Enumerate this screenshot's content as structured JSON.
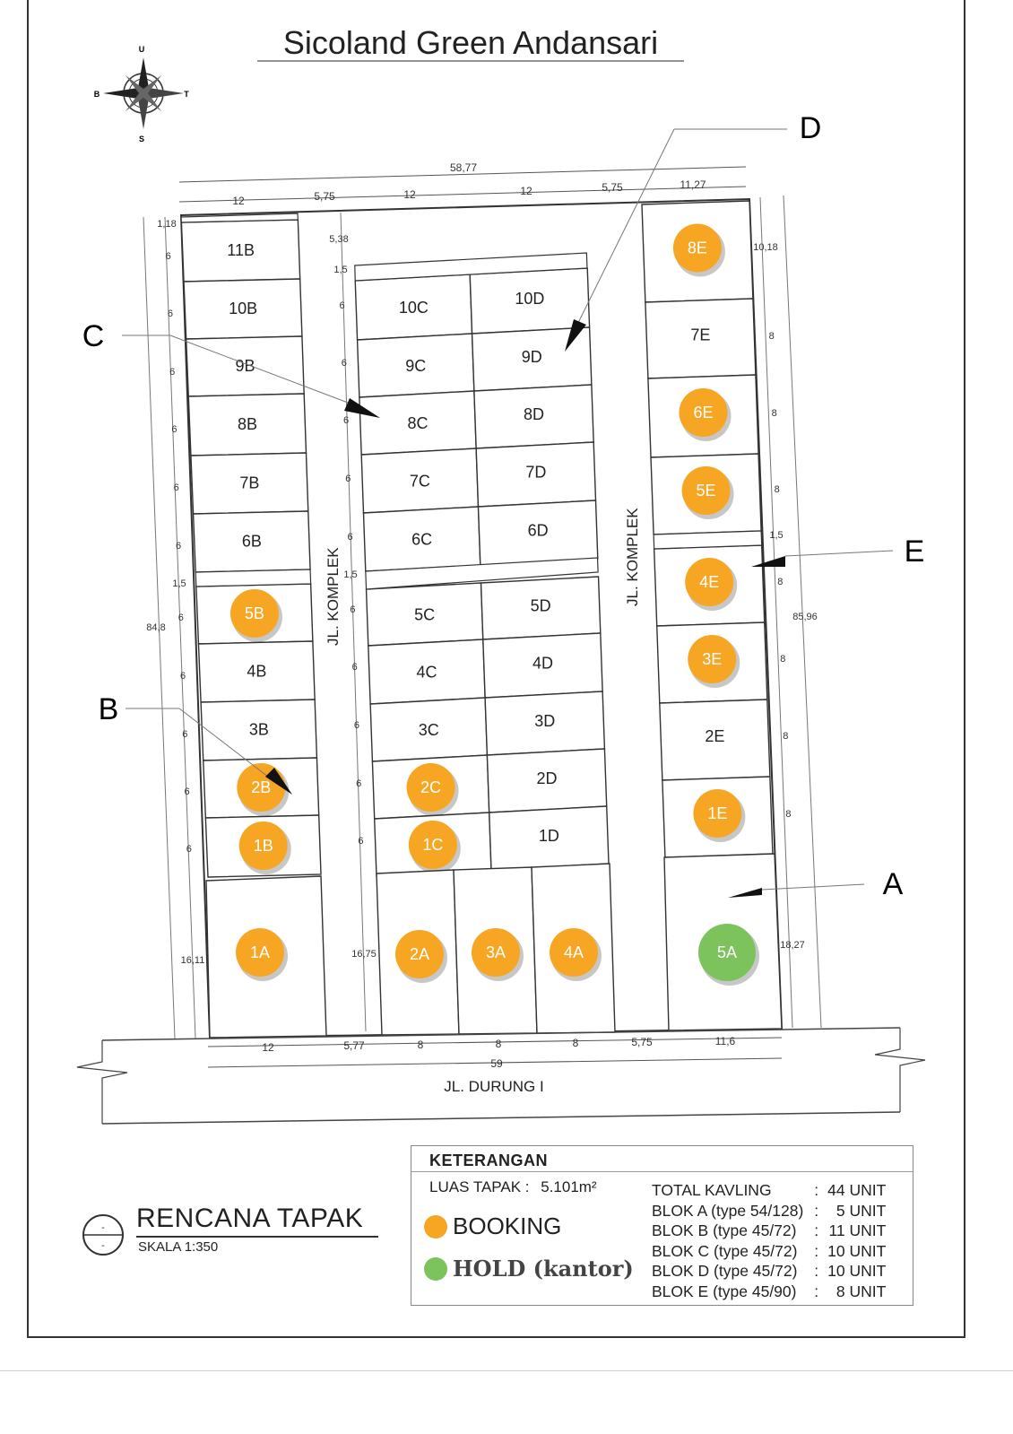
{
  "title": "Sicoland Green Andansari",
  "compass": {
    "north": "U",
    "south": "S",
    "west": "B",
    "east": "T"
  },
  "roads": {
    "komplek_left": "JL. KOMPLEK",
    "komplek_right": "JL. KOMPLEK",
    "main": "JL. DURUNG I"
  },
  "callouts": {
    "A": "A",
    "B": "B",
    "C": "C",
    "D": "D",
    "E": "E"
  },
  "dimensions": {
    "top_total": "58,77",
    "top_segments": [
      "12",
      "5,75",
      "12",
      "12",
      "5,75",
      "11,27"
    ],
    "bottom_total": "59",
    "bottom_segments": [
      "12",
      "5,77",
      "8",
      "8",
      "8",
      "5,75",
      "11,6"
    ],
    "left_total": "84,8",
    "right_total": "85,96",
    "b_top_gap": "1,18",
    "c_top_gap": "5,38",
    "c_gap": "1,5",
    "e_top": "10,18",
    "e_gap": "1,5",
    "a1_depth": "16,11",
    "a2_depth": "16,75",
    "a5_depth": "18,27",
    "six": "6",
    "eight": "8",
    "b_gap": "1,5",
    "c_gap2": "1,5"
  },
  "lots": {
    "B": [
      "11B",
      "10B",
      "9B",
      "8B",
      "7B",
      "6B",
      "5B",
      "4B",
      "3B",
      "2B",
      "1B"
    ],
    "C": [
      "10C",
      "9C",
      "8C",
      "7C",
      "6C",
      "5C",
      "4C",
      "3C",
      "2C",
      "1C"
    ],
    "D": [
      "10D",
      "9D",
      "8D",
      "7D",
      "6D",
      "5D",
      "4D",
      "3D",
      "2D",
      "1D"
    ],
    "E": [
      "8E",
      "7E",
      "6E",
      "5E",
      "4E",
      "3E",
      "2E",
      "1E"
    ],
    "A": [
      "1A",
      "2A",
      "3A",
      "4A",
      "5A"
    ]
  },
  "status": {
    "booking": [
      "5B",
      "2B",
      "1B",
      "2C",
      "1C",
      "8E",
      "6E",
      "5E",
      "4E",
      "3E",
      "1E",
      "1A",
      "2A",
      "3A",
      "4A"
    ],
    "hold": [
      "5A"
    ]
  },
  "colors": {
    "booking": "#f7a623",
    "hold": "#7cc35e",
    "line": "#333333"
  },
  "rencana": {
    "title": "RENCANA TAPAK",
    "scale": "SKALA 1:350"
  },
  "legend": {
    "heading": "KETERANGAN",
    "luas_label": "LUAS TAPAK :",
    "luas_value": "5.101m²",
    "booking_label": "BOOKING",
    "hold_label": "HOLD (kantor)",
    "rows": [
      {
        "label": "TOTAL KAVLING",
        "colon": ":",
        "value": "44 UNIT"
      },
      {
        "label": "BLOK A (type 54/128)",
        "colon": ":",
        "value": "5 UNIT"
      },
      {
        "label": "BLOK B (type 45/72)",
        "colon": ":",
        "value": "11 UNIT"
      },
      {
        "label": "BLOK C (type 45/72)",
        "colon": ":",
        "value": "10 UNIT"
      },
      {
        "label": "BLOK D (type 45/72)",
        "colon": ":",
        "value": "10 UNIT"
      },
      {
        "label": "BLOK E (type 45/90)",
        "colon": ":",
        "value": "8 UNIT"
      }
    ]
  }
}
